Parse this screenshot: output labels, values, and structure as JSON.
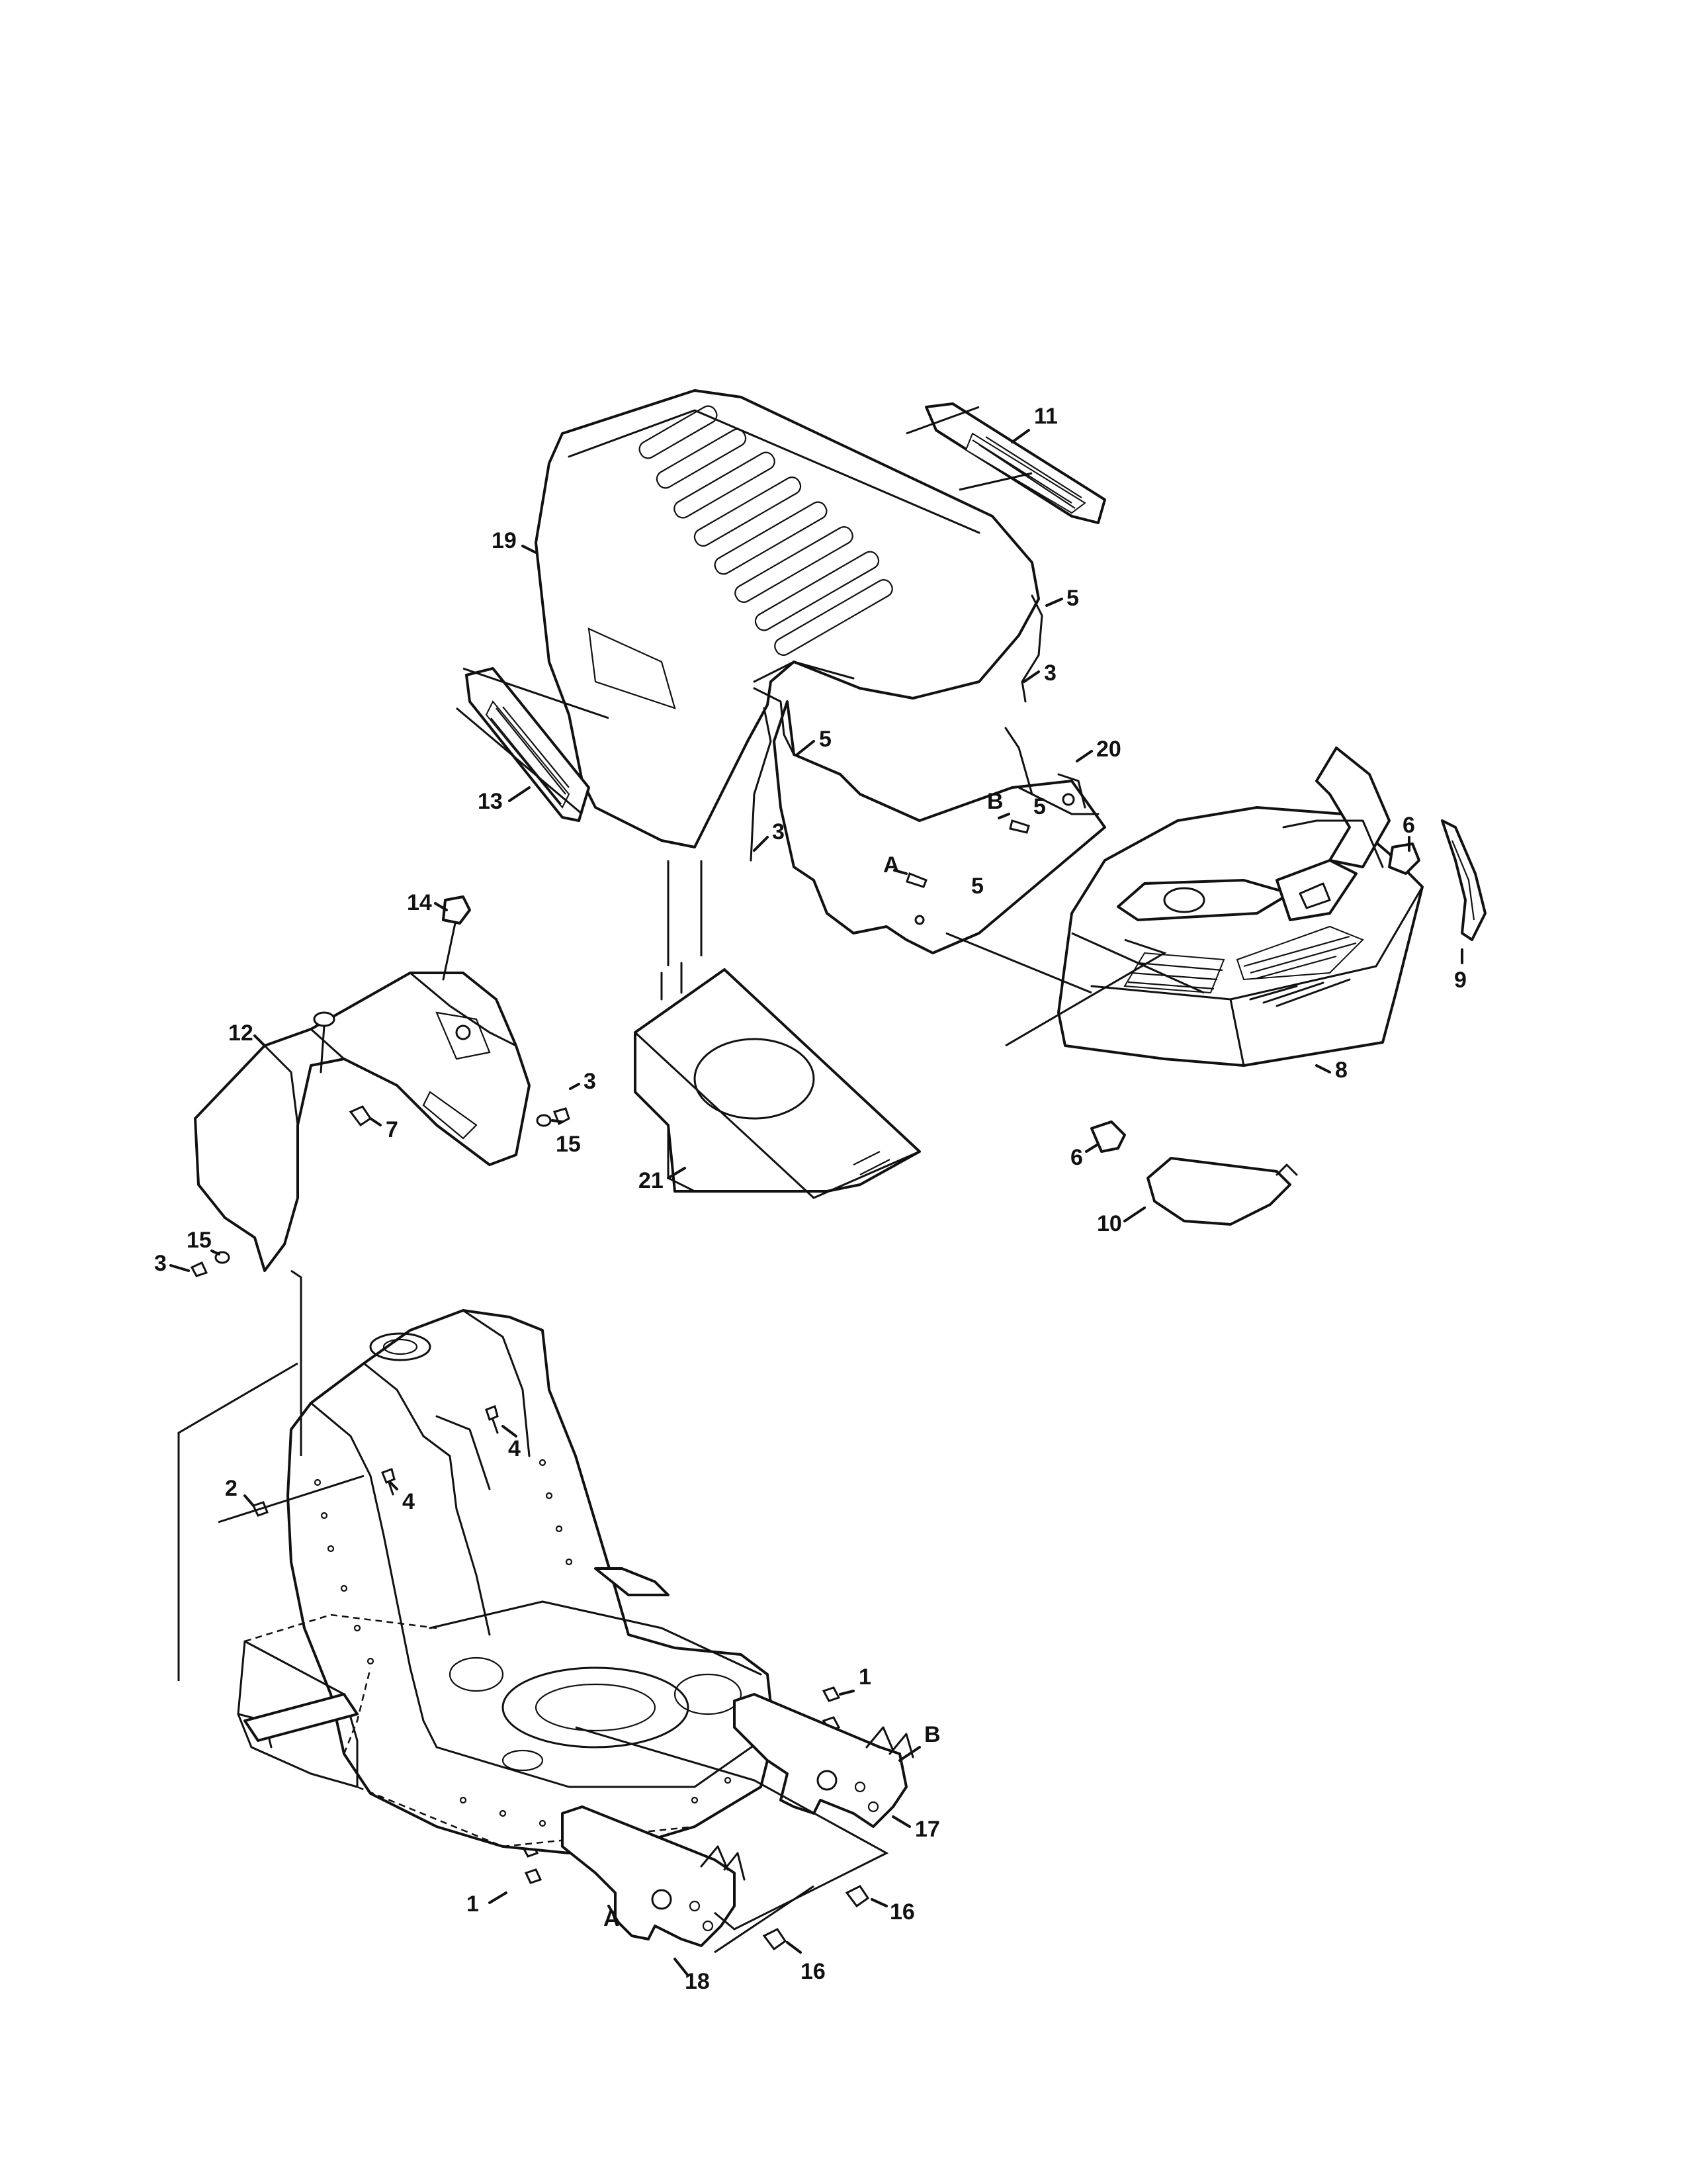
{
  "diagram": {
    "callouts": [
      {
        "id": "c11",
        "label": "11"
      },
      {
        "id": "c19",
        "label": "19"
      },
      {
        "id": "c5a",
        "label": "5"
      },
      {
        "id": "c3a",
        "label": "3"
      },
      {
        "id": "c5b",
        "label": "5"
      },
      {
        "id": "c20",
        "label": "20"
      },
      {
        "id": "c13",
        "label": "13"
      },
      {
        "id": "c3b",
        "label": "3"
      },
      {
        "id": "c5c",
        "label": "5"
      },
      {
        "id": "cB1",
        "label": "B"
      },
      {
        "id": "c5d",
        "label": "5"
      },
      {
        "id": "cA1",
        "label": "A"
      },
      {
        "id": "c6a",
        "label": "6"
      },
      {
        "id": "c9",
        "label": "9"
      },
      {
        "id": "c14",
        "label": "14"
      },
      {
        "id": "c12",
        "label": "12"
      },
      {
        "id": "c3c",
        "label": "3"
      },
      {
        "id": "c15a",
        "label": "15"
      },
      {
        "id": "c7",
        "label": "7"
      },
      {
        "id": "c8",
        "label": "8"
      },
      {
        "id": "c6b",
        "label": "6"
      },
      {
        "id": "c21",
        "label": "21"
      },
      {
        "id": "c10",
        "label": "10"
      },
      {
        "id": "c15b",
        "label": "15"
      },
      {
        "id": "c3d",
        "label": "3"
      },
      {
        "id": "c4a",
        "label": "4"
      },
      {
        "id": "c4b",
        "label": "4"
      },
      {
        "id": "c2",
        "label": "2"
      },
      {
        "id": "c1a",
        "label": "1"
      },
      {
        "id": "cB2",
        "label": "B"
      },
      {
        "id": "c17",
        "label": "17"
      },
      {
        "id": "c1b",
        "label": "1"
      },
      {
        "id": "c16a",
        "label": "16"
      },
      {
        "id": "cA2",
        "label": "A"
      },
      {
        "id": "c18",
        "label": "18"
      },
      {
        "id": "c16b",
        "label": "16"
      }
    ]
  }
}
